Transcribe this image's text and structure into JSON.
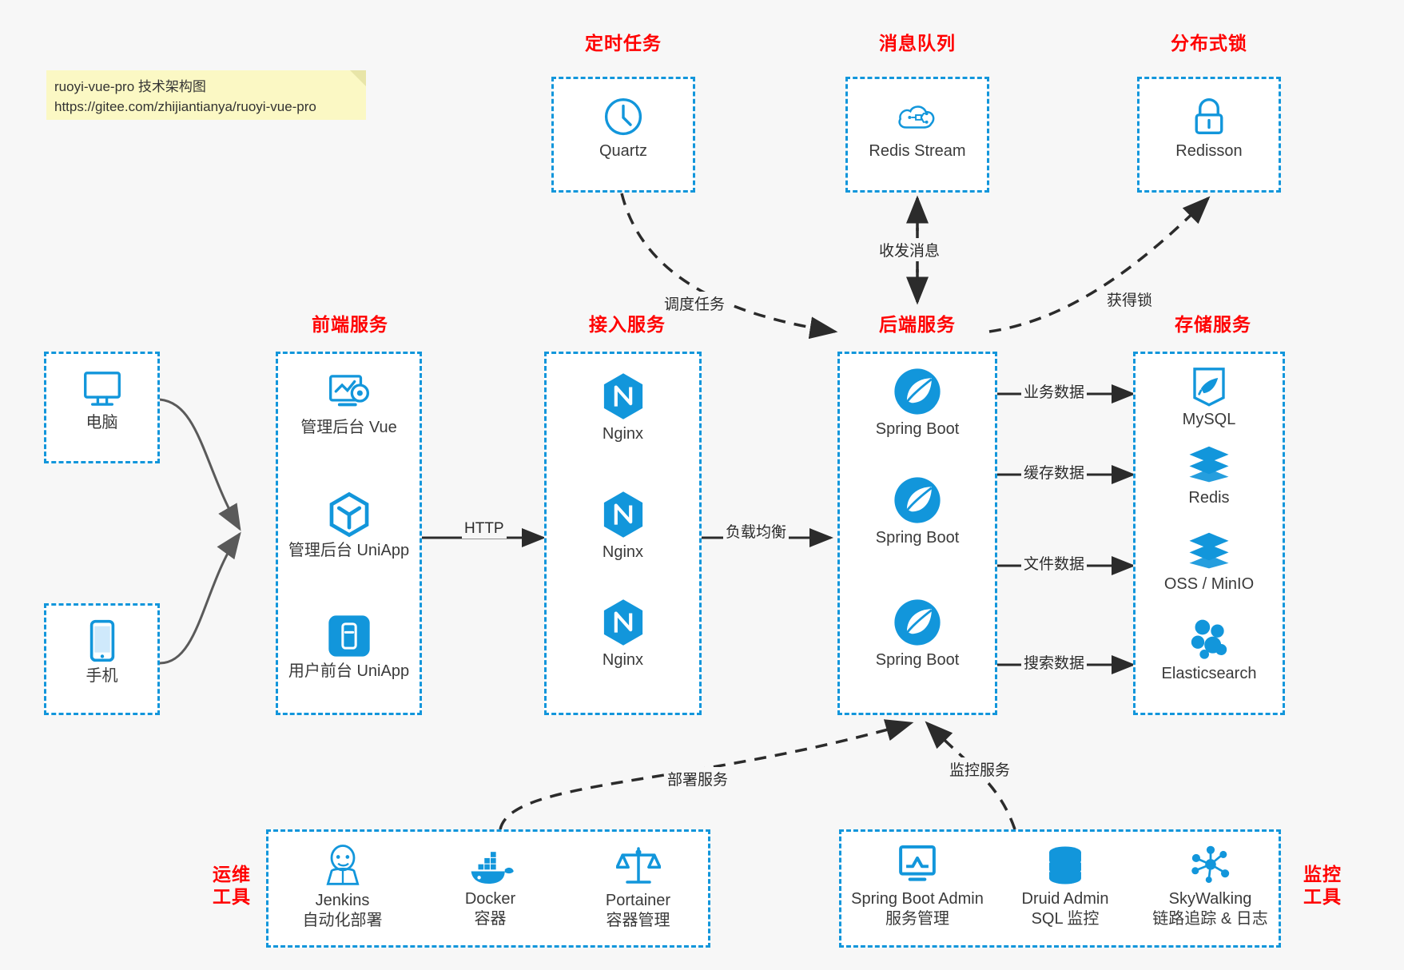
{
  "note": {
    "line1": "ruoyi-vue-pro 技术架构图",
    "line2": "https://gitee.com/zhijiantianya/ruoyi-vue-pro"
  },
  "groups": {
    "scheduler": "定时任务",
    "mq": "消息队列",
    "lock": "分布式锁",
    "frontend": "前端服务",
    "gateway": "接入服务",
    "backend": "后端服务",
    "storage": "存储服务",
    "devops": "运维\n工具",
    "monitor": "监控\n工具"
  },
  "nodes": {
    "quartz": {
      "label": "Quartz",
      "icon": "clock-icon"
    },
    "redis_stream": {
      "label": "Redis Stream",
      "icon": "cloud-network-icon"
    },
    "redisson": {
      "label": "Redisson",
      "icon": "lock-icon"
    },
    "pc": {
      "label": "电脑",
      "icon": "desktop-icon"
    },
    "phone": {
      "label": "手机",
      "icon": "smartphone-icon"
    },
    "admin_vue": {
      "label": "管理后台 Vue",
      "icon": "monitor-gear-icon"
    },
    "admin_uniapp": {
      "label": "管理后台 UniApp",
      "icon": "hexagon-cube-icon"
    },
    "user_uniapp": {
      "label": "用户前台 UniApp",
      "icon": "mobile-app-icon"
    },
    "nginx1": {
      "label": "Nginx",
      "icon": "nginx-icon"
    },
    "nginx2": {
      "label": "Nginx",
      "icon": "nginx-icon"
    },
    "nginx3": {
      "label": "Nginx",
      "icon": "nginx-icon"
    },
    "boot1": {
      "label": "Spring Boot",
      "icon": "spring-leaf-icon"
    },
    "boot2": {
      "label": "Spring Boot",
      "icon": "spring-leaf-icon"
    },
    "boot3": {
      "label": "Spring Boot",
      "icon": "spring-leaf-icon"
    },
    "mysql": {
      "label": "MySQL",
      "icon": "dolphin-icon"
    },
    "redis": {
      "label": "Redis",
      "icon": "redis-stack-icon"
    },
    "oss": {
      "label": "OSS / MinIO",
      "icon": "redis-stack-icon"
    },
    "es": {
      "label": "Elasticsearch",
      "icon": "elastic-icon"
    },
    "jenkins": {
      "label": "Jenkins\n自动化部署",
      "icon": "jenkins-butler-icon"
    },
    "docker": {
      "label": "Docker\n容器",
      "icon": "docker-whale-icon"
    },
    "portainer": {
      "label": "Portainer\n容器管理",
      "icon": "scales-icon"
    },
    "sba": {
      "label": "Spring Boot Admin\n服务管理",
      "icon": "monitor-chart-icon"
    },
    "druid": {
      "label": "Druid Admin\nSQL 监控",
      "icon": "database-icon"
    },
    "skywalking": {
      "label": "SkyWalking\n链路追踪 & 日志",
      "icon": "network-graph-icon"
    }
  },
  "edges": {
    "http": "HTTP",
    "lb": "负载均衡",
    "schedule": "调度任务",
    "mq_msg": "收发消息",
    "get_lock": "获得锁",
    "biz_data": "业务数据",
    "cache_data": "缓存数据",
    "file_data": "文件数据",
    "search_data": "搜索数据",
    "deploy": "部署服务",
    "monitor_svc": "监控服务"
  },
  "colors": {
    "accent": "#1296db",
    "title": "#ff0000",
    "note_bg": "#fbf8c4",
    "canvas": "#f7f7f7",
    "wire": "#4a4a4a"
  }
}
